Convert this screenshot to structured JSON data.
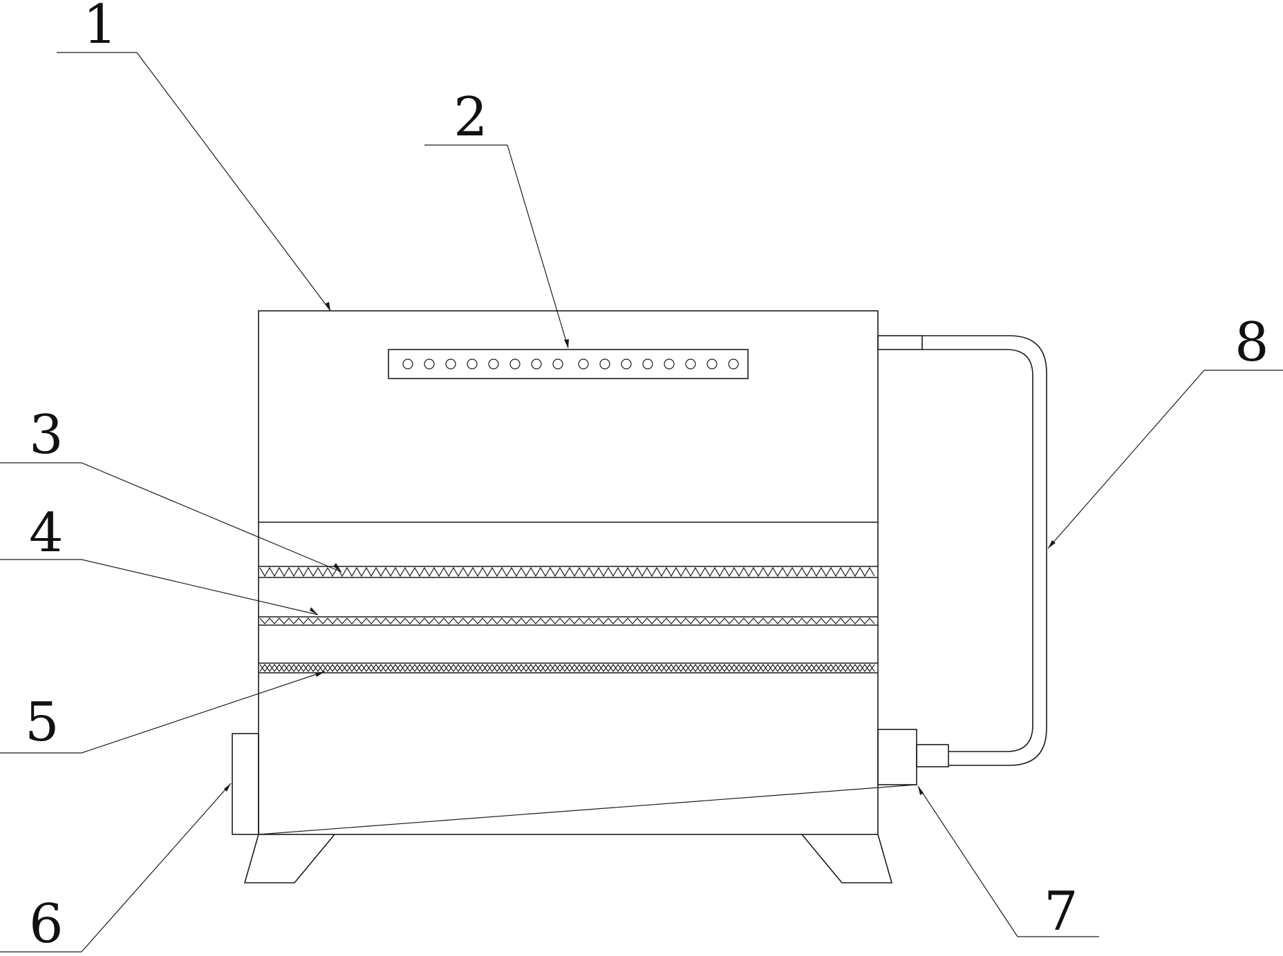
{
  "labels": {
    "l1": "1",
    "l2": "2",
    "l3": "3",
    "l4": "4",
    "l5": "5",
    "l6": "6",
    "l7": "7",
    "l8": "8"
  },
  "holes_left_count": 8,
  "holes_right_count": 8,
  "colors": {
    "line": "#1a1a1a",
    "background": "#ffffff"
  }
}
